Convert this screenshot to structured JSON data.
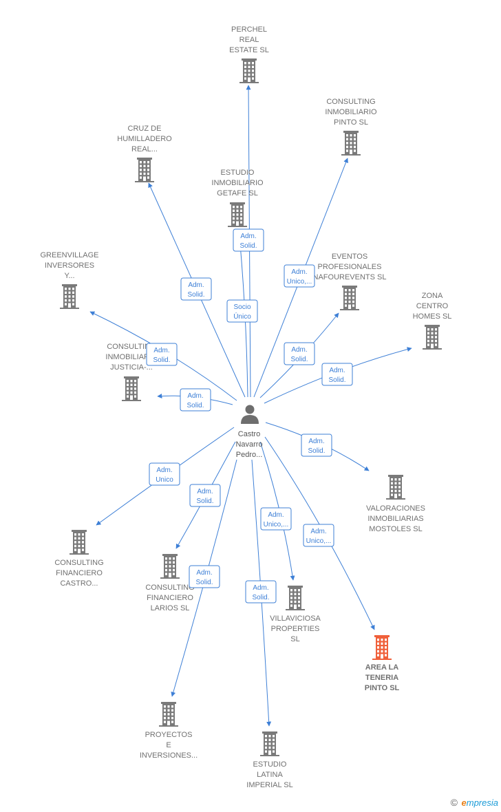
{
  "colors": {
    "edge": "#3d7fd6",
    "building": "#7a7a7a",
    "building_highlight": "#f0603a",
    "person": "#6e6e6e"
  },
  "person": {
    "label_lines": [
      "Castro",
      "Navarro",
      "Pedro..."
    ],
    "icon": "person-icon"
  },
  "companies": [
    {
      "id": "perchel",
      "label_lines": [
        "PERCHEL",
        "REAL",
        "ESTATE  SL"
      ],
      "icon": "building-icon",
      "highlight": false
    },
    {
      "id": "consulting-pinto",
      "label_lines": [
        "CONSULTING",
        "INMOBILIARIO",
        "PINTO  SL"
      ],
      "icon": "building-icon",
      "highlight": false
    },
    {
      "id": "cruz",
      "label_lines": [
        "CRUZ DE",
        "HUMILLADERO",
        "REAL..."
      ],
      "icon": "building-icon",
      "highlight": false
    },
    {
      "id": "estudio-getafe",
      "label_lines": [
        "ESTUDIO",
        "INMOBILIARIO",
        "GETAFE SL"
      ],
      "icon": "building-icon",
      "highlight": false
    },
    {
      "id": "greenvillage",
      "label_lines": [
        "GREENVILLAGE",
        "INVERSORES",
        "Y..."
      ],
      "icon": "building-icon",
      "highlight": false
    },
    {
      "id": "eventos",
      "label_lines": [
        "EVENTOS",
        "PROFESIONALES",
        "NAFOUREVENTS SL"
      ],
      "icon": "building-icon",
      "highlight": false
    },
    {
      "id": "zona-centro",
      "label_lines": [
        "ZONA",
        "CENTRO",
        "HOMES  SL"
      ],
      "icon": "building-icon",
      "highlight": false
    },
    {
      "id": "consulting-justicia",
      "label_lines": [
        "CONSULTING",
        "INMOBILIARIO",
        "JUSTICIA-..."
      ],
      "icon": "building-icon",
      "highlight": false
    },
    {
      "id": "valoraciones",
      "label_lines": [
        "VALORACIONES",
        "INMOBILIARIAS",
        "MOSTOLES  SL"
      ],
      "icon": "building-icon",
      "highlight": false
    },
    {
      "id": "consulting-castro",
      "label_lines": [
        "CONSULTING",
        "FINANCIERO",
        "CASTRO..."
      ],
      "icon": "building-icon",
      "highlight": false
    },
    {
      "id": "consulting-larios",
      "label_lines": [
        "CONSULTING",
        "FINANCIERO",
        "LARIOS  SL"
      ],
      "icon": "building-icon",
      "highlight": false
    },
    {
      "id": "villaviciosa",
      "label_lines": [
        "VILLAVICIOSA",
        "PROPERTIES",
        "SL"
      ],
      "icon": "building-icon",
      "highlight": false
    },
    {
      "id": "area-teneria",
      "label_lines": [
        "AREA LA",
        "TENERIA",
        "PINTO  SL"
      ],
      "icon": "building-icon",
      "highlight": true
    },
    {
      "id": "proyectos",
      "label_lines": [
        "PROYECTOS",
        "E",
        "INVERSIONES..."
      ],
      "icon": "building-icon",
      "highlight": false
    },
    {
      "id": "estudio-latina",
      "label_lines": [
        "ESTUDIO",
        "LATINA",
        "IMPERIAL  SL"
      ],
      "icon": "building-icon",
      "highlight": false
    }
  ],
  "edges": [
    {
      "to": "perchel",
      "role_lines": [
        "Adm.",
        "Solid."
      ]
    },
    {
      "to": "consulting-pinto",
      "role_lines": [
        "Adm.",
        "Unico,..."
      ]
    },
    {
      "to": "cruz",
      "role_lines": [
        "Adm.",
        "Solid."
      ]
    },
    {
      "to": "estudio-getafe",
      "role_lines": [
        "Socio",
        "Único"
      ]
    },
    {
      "to": "greenvillage",
      "role_lines": [
        "Adm.",
        "Solid."
      ]
    },
    {
      "to": "eventos",
      "role_lines": [
        "Adm.",
        "Solid."
      ]
    },
    {
      "to": "zona-centro",
      "role_lines": [
        "Adm.",
        "Solid."
      ]
    },
    {
      "to": "consulting-justicia",
      "role_lines": [
        "Adm.",
        "Solid."
      ]
    },
    {
      "to": "valoraciones",
      "role_lines": [
        "Adm.",
        "Solid."
      ]
    },
    {
      "to": "consulting-castro",
      "role_lines": [
        "Adm.",
        "Unico"
      ]
    },
    {
      "to": "consulting-larios",
      "role_lines": [
        "Adm.",
        "Solid."
      ]
    },
    {
      "to": "villaviciosa",
      "role_lines": [
        "Adm.",
        "Unico,..."
      ]
    },
    {
      "to": "area-teneria",
      "role_lines": [
        "Adm.",
        "Unico,..."
      ]
    },
    {
      "to": "proyectos",
      "role_lines": [
        "Adm.",
        "Solid."
      ]
    },
    {
      "to": "estudio-latina",
      "role_lines": [
        "Adm.",
        "Solid."
      ]
    }
  ],
  "footer": {
    "copyright_symbol": "©",
    "brand_initial": "e",
    "brand_rest": "mpresia"
  }
}
